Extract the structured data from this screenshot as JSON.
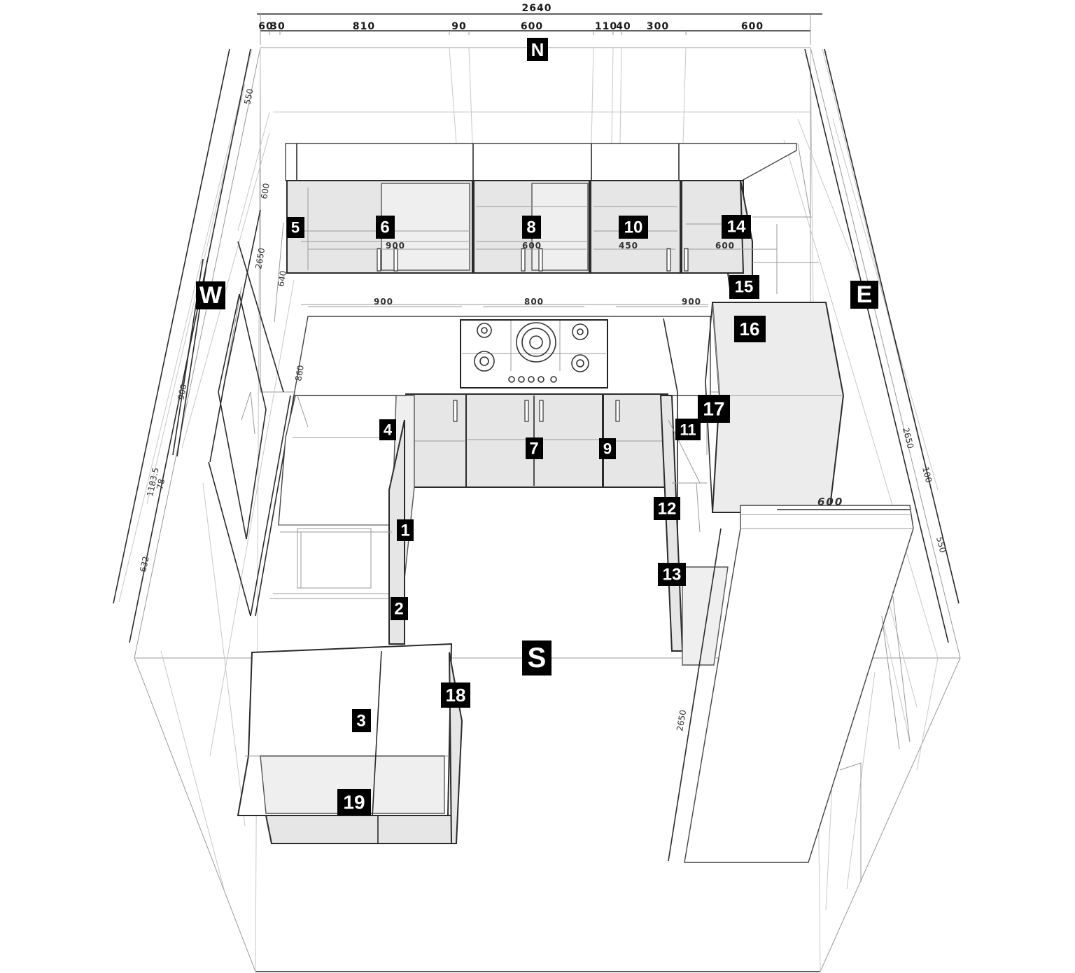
{
  "compass": {
    "north": "N",
    "south": "S",
    "east": "E",
    "west": "W"
  },
  "top_dimensions": {
    "overall": "2640",
    "segments": [
      "60",
      "30",
      "810",
      "90",
      "600",
      "110",
      "40",
      "300",
      "600"
    ]
  },
  "upper_cabinet_widths": [
    "900",
    "600",
    "450",
    "600"
  ],
  "base_run_widths": [
    "900",
    "800",
    "900"
  ],
  "side_dimensions": {
    "left": [
      "550",
      "600",
      "640",
      "860",
      "2650",
      "1183.5",
      "78",
      "632",
      "900"
    ],
    "right": [
      "600",
      "2650",
      "100",
      "550"
    ],
    "tall_unit_height": "2650"
  },
  "labels": [
    "1",
    "2",
    "3",
    "4",
    "5",
    "6",
    "7",
    "8",
    "9",
    "10",
    "11",
    "12",
    "13",
    "14",
    "15",
    "16",
    "17",
    "18",
    "19"
  ]
}
